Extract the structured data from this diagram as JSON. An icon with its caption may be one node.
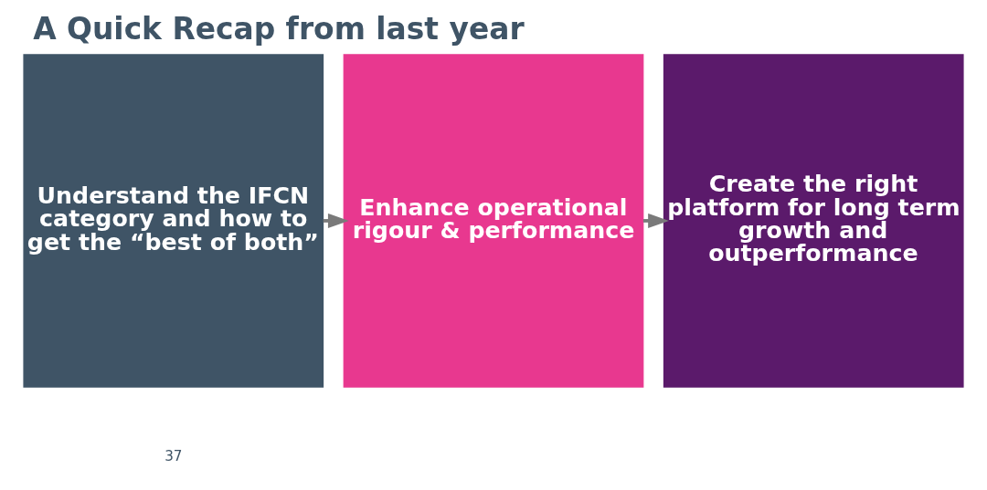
{
  "diagram": {
    "title": "A Quick Recap from last year",
    "nodes": [
      {
        "text": [
          "Understand the IFCN category and how to get the “best of both”"
        ]
      },
      {
        "text": [
          "Enhance operational rigour & performance"
        ]
      },
      {
        "text": [
          "Create the right platform for long term growth and outperformance"
        ]
      }
    ],
    "edges": [
      {
        "from": 0,
        "to": 1,
        "arrow": "to"
      },
      {
        "from": 1,
        "to": 2,
        "arrow": "to"
      }
    ],
    "labels": [
      "37"
    ]
  }
}
